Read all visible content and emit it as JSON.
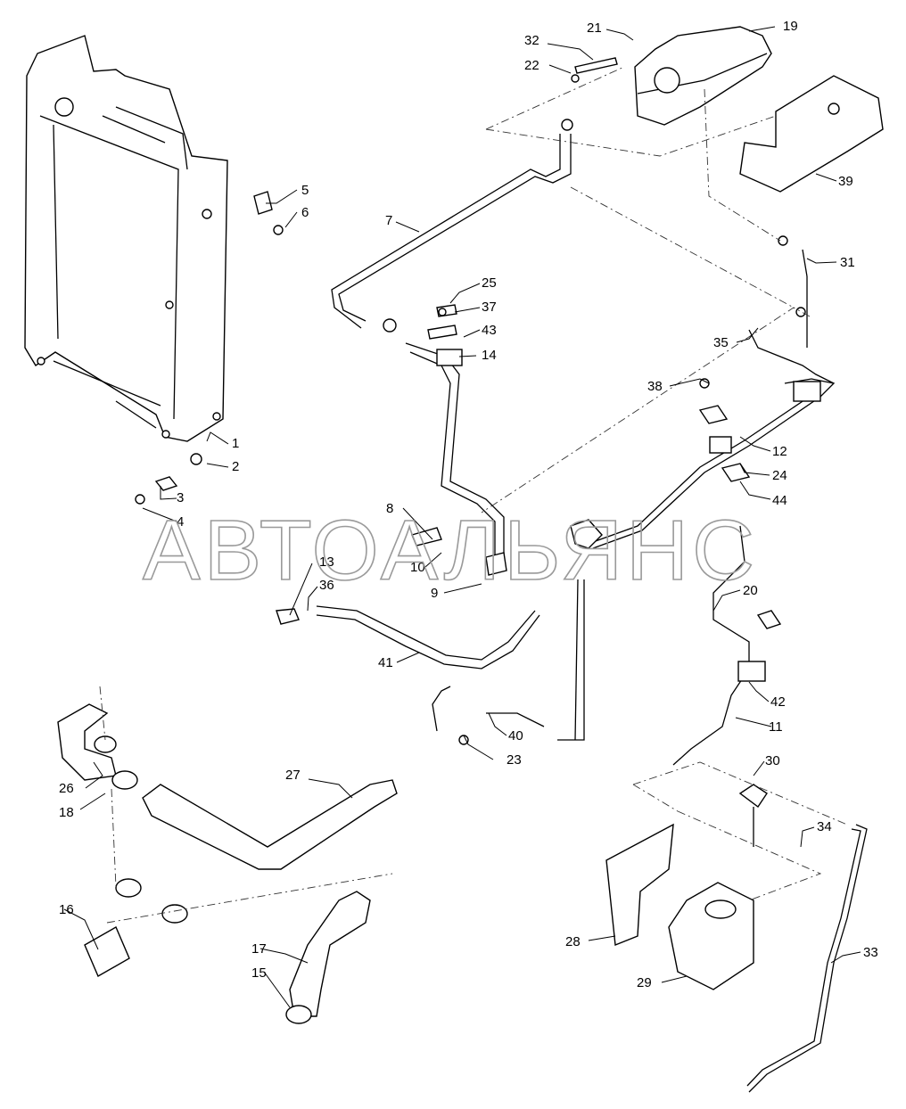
{
  "watermark": "АВТОАЛЬЯНС",
  "callouts": [
    "1",
    "2",
    "3",
    "4",
    "5",
    "6",
    "7",
    "8",
    "9",
    "10",
    "11",
    "12",
    "13",
    "14",
    "15",
    "16",
    "17",
    "18",
    "19",
    "20",
    "21",
    "22",
    "23",
    "24",
    "25",
    "26",
    "27",
    "28",
    "29",
    "30",
    "31",
    "32",
    "33",
    "34",
    "35",
    "36",
    "37",
    "38",
    "39",
    "40",
    "41",
    "42",
    "43",
    "44"
  ]
}
